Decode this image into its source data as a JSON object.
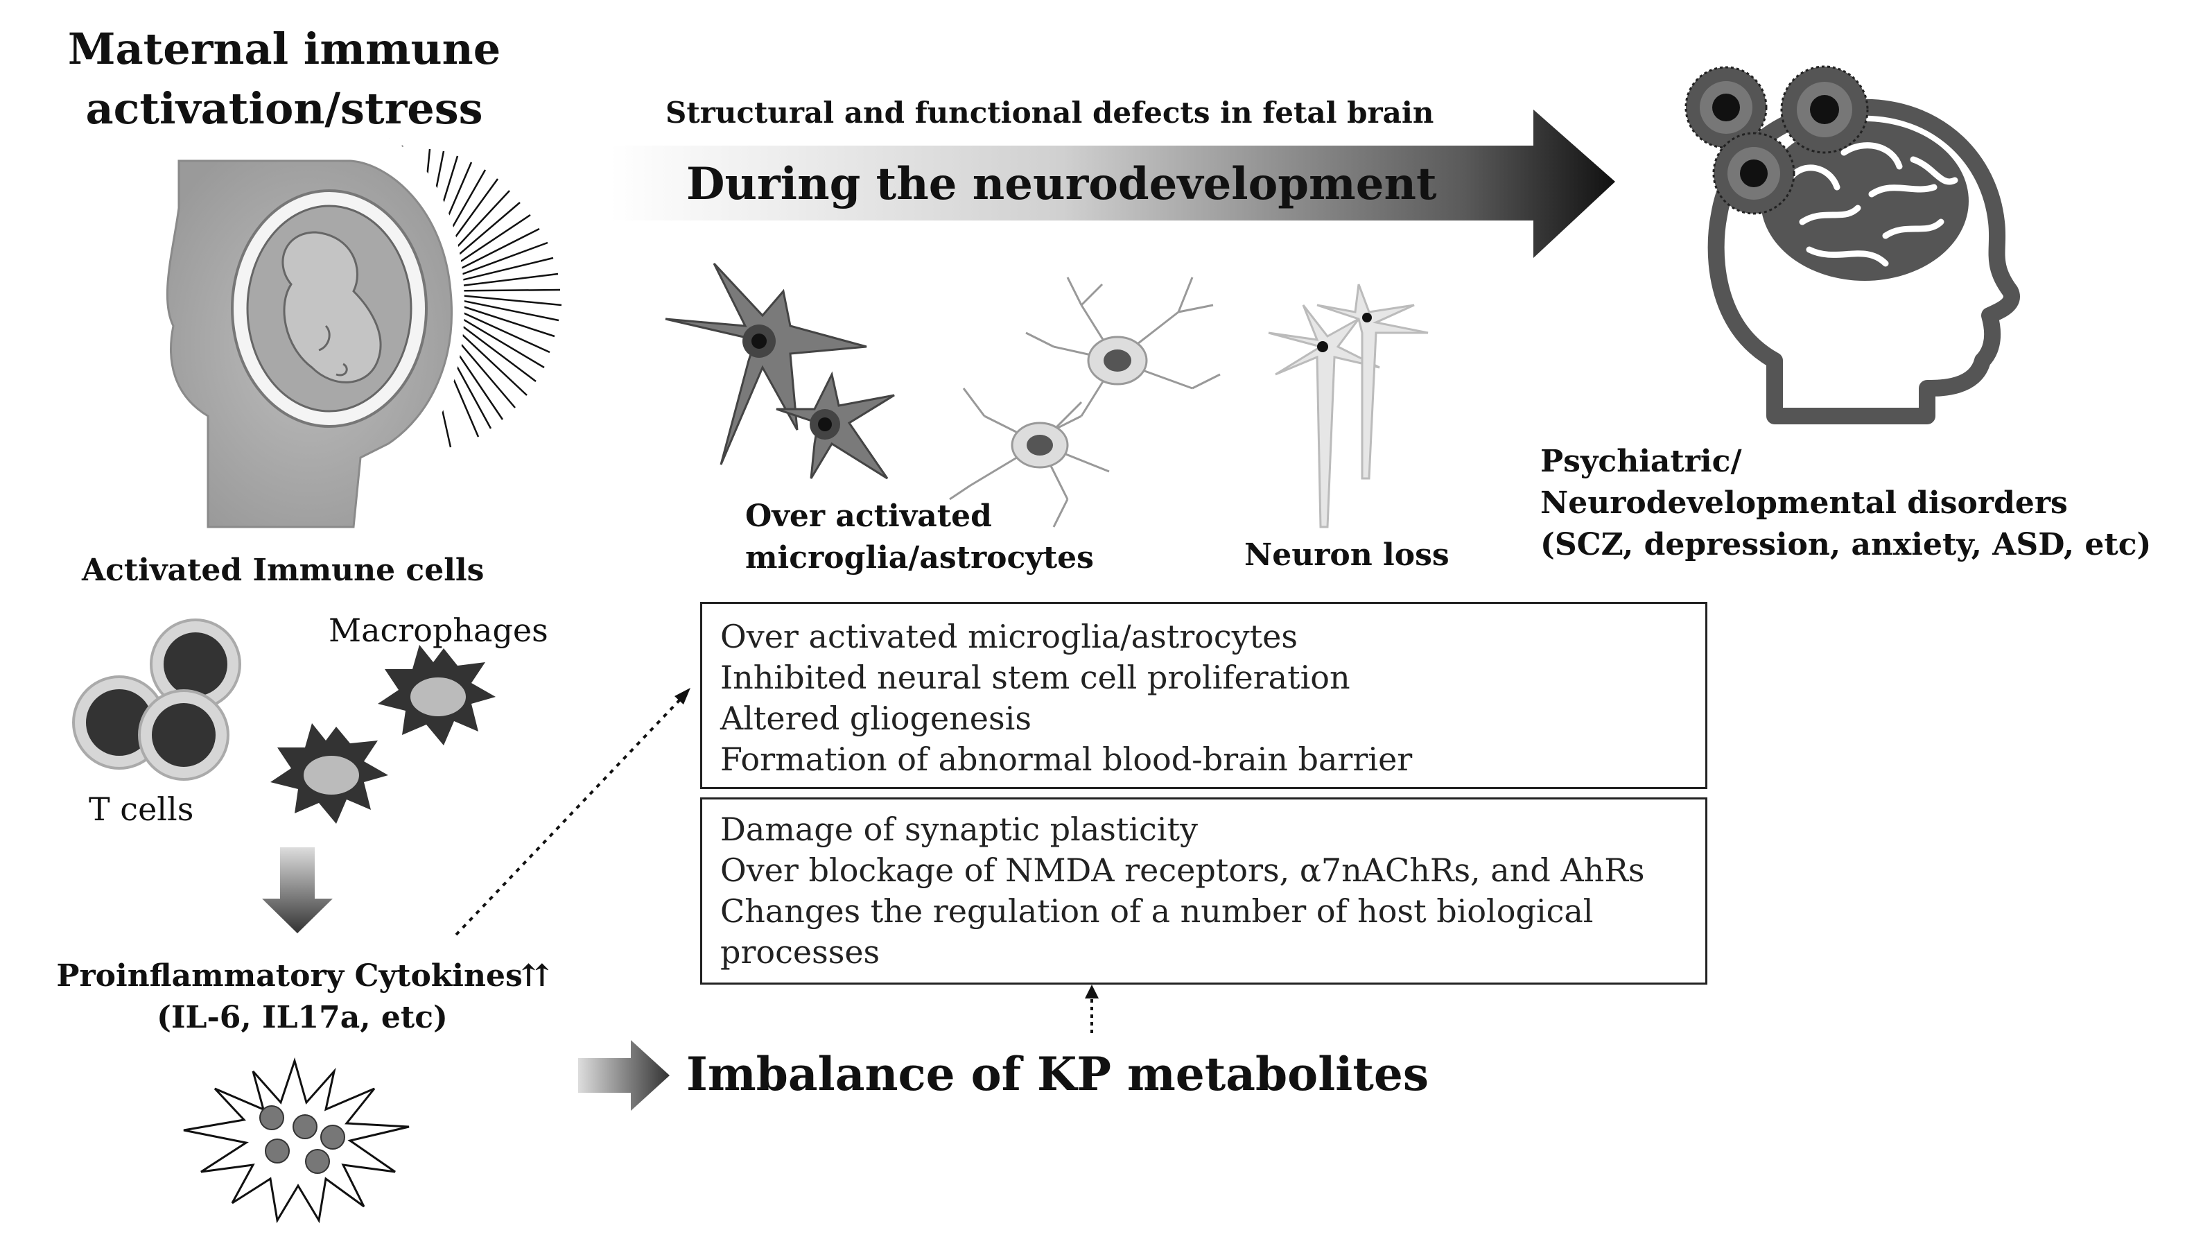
{
  "maternal": {
    "title_line1": "Maternal immune",
    "title_line2": "activation/stress"
  },
  "arrow": {
    "top_text": "Structural and functional defects in fetal brain",
    "main_text": "During the neurodevelopment"
  },
  "cells": {
    "glia_label_line1": "Over activated",
    "glia_label_line2": "microglia/astrocytes",
    "neuron_label": "Neuron loss"
  },
  "outcome": {
    "line1": "Psychiatric/",
    "line2": "Neurodevelopmental disorders",
    "line3": "(SCZ, depression, anxiety, ASD, etc)"
  },
  "immune": {
    "heading": "Activated Immune cells",
    "macrophages_label": "Macrophages",
    "tcells_label": "T cells"
  },
  "cytokines": {
    "line1": "Proinflammatory Cytokines⇈",
    "line2": "(IL-6, IL17a, etc)"
  },
  "kp": {
    "label": "Imbalance of KP metabolites"
  },
  "box1": {
    "items": [
      "Over activated microglia/astrocytes",
      "Inhibited neural stem cell proliferation",
      "Altered gliogenesis",
      "Formation of abnormal blood-brain barrier"
    ]
  },
  "box2": {
    "items": [
      "Damage of synaptic plasticity",
      "Over blockage of NMDA receptors, α7nAChRs, and AhRs",
      "Changes the regulation of a number of host biological",
      "processes"
    ]
  }
}
